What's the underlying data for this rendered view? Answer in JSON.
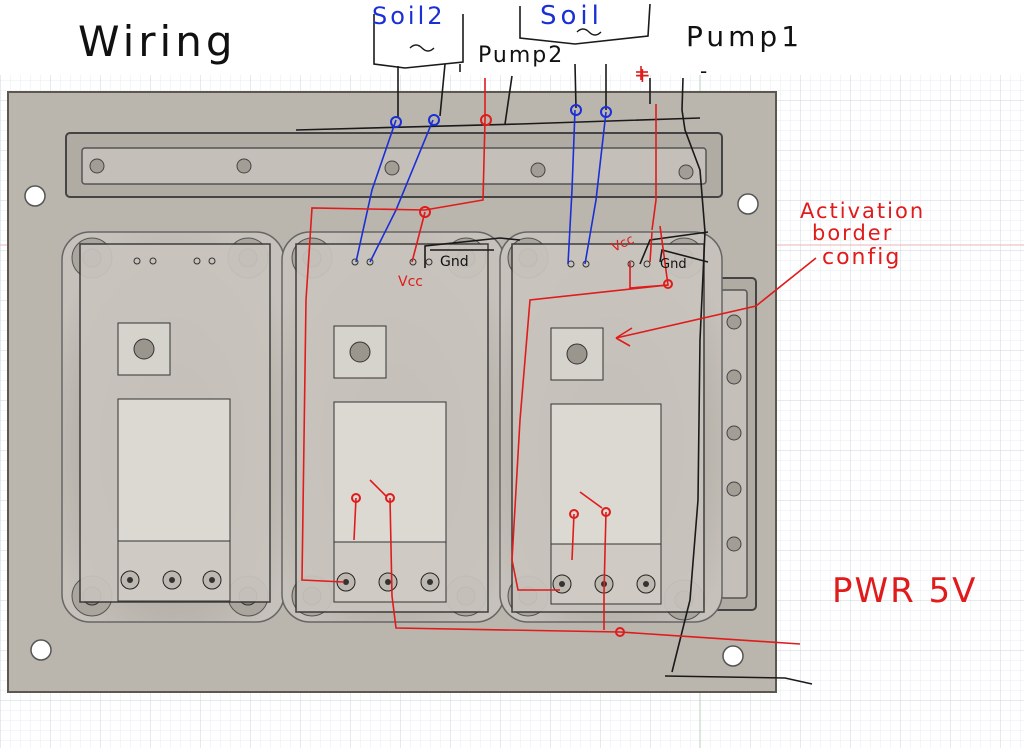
{
  "diagram": {
    "title": "Wiring",
    "labels": {
      "soil_left": "Soil2",
      "soil_right": "Soil",
      "pump2": "Pump2",
      "pump1": "Pump1",
      "plus": "+",
      "minus": "-",
      "vcc_left": "Vcc",
      "gnd_left": "Gnd",
      "vcc_right": "Vcc",
      "gnd_right": "Gnd",
      "activation_line1": "Activation",
      "activation_line2": "border",
      "activation_line3": "config",
      "power": "PWR 5V",
      "tilde": "~"
    },
    "colors": {
      "board": "#bab5ad",
      "board_edge": "#6d675f",
      "module": "#c9c5be",
      "relay_block": "#dcd9d3",
      "blue_wire": "#1b2fd6",
      "red_wire": "#e01b1b",
      "black_wire": "#1a1a1a",
      "grid_minor": "#e6ecef",
      "grid_major": "#c9d4da"
    }
  }
}
